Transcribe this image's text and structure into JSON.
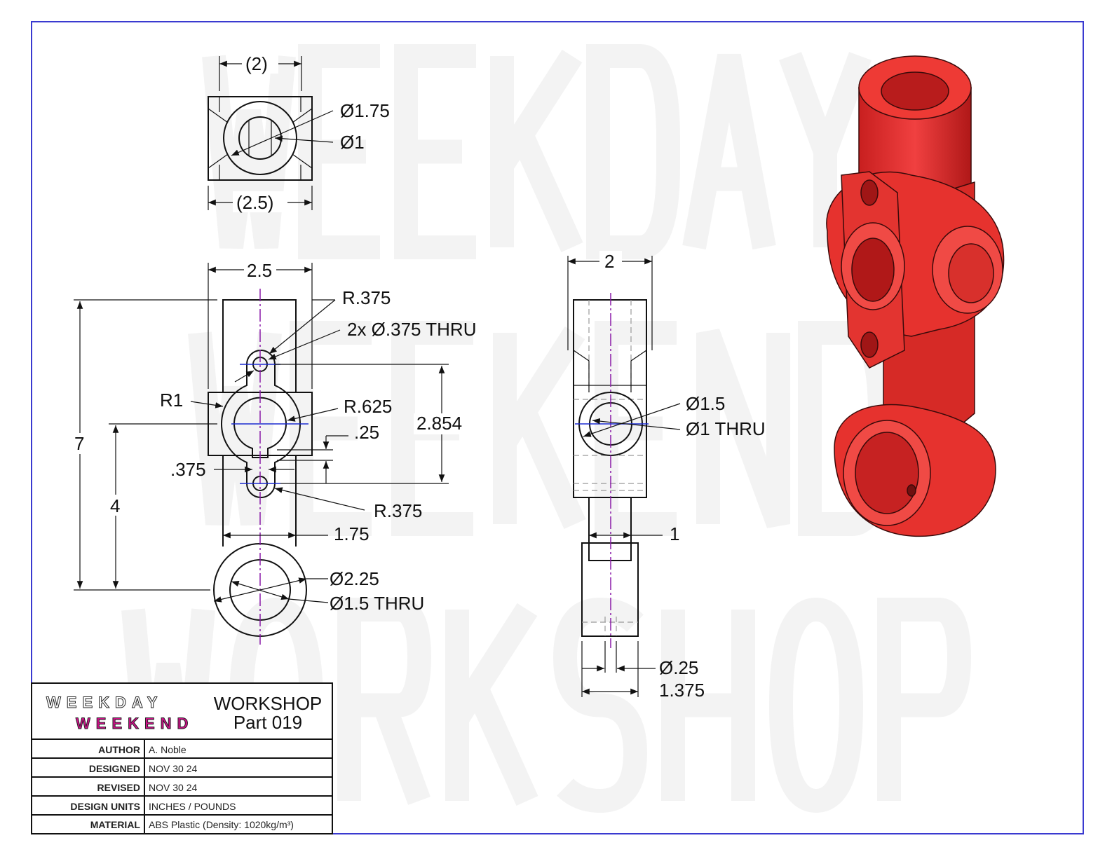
{
  "watermark": {
    "line1": "WEEKDAY",
    "line2": "WEEKEND",
    "line3": "WORKSHOP"
  },
  "colors": {
    "border": "#3a3ad0",
    "part": "#e8302d",
    "centerline": "#8a1aa8",
    "axis": "#1a2ad0"
  },
  "top_view": {
    "width_ref": "(2)",
    "depth_ref": "(2.5)",
    "outer_dia": "Ø1.75",
    "inner_dia": "Ø1"
  },
  "front_view": {
    "width": "2.5",
    "height": "7",
    "lower_height": "4",
    "r_top": "R.375",
    "holes": "2x Ø.375 THRU",
    "r1": "R1",
    "r_mid": "R.625",
    "slot": ".25",
    "spacing": "2.854",
    "slot_w": ".375",
    "r_bottom": "R.375",
    "body_w": "1.75",
    "ring_outer": "Ø2.25",
    "ring_inner": "Ø1.5 THRU"
  },
  "side_view": {
    "width": "2",
    "outer_dia": "Ø1.5",
    "inner_dia": "Ø1 THRU",
    "stem": "1",
    "pin": "Ø.25",
    "block": "1.375"
  },
  "title_block": {
    "logo_line1": "WEEKDAY",
    "logo_line2": "WEEKEND",
    "title": "WORKSHOP",
    "part": "Part 019",
    "rows": [
      {
        "label": "AUTHOR",
        "value": "A. Noble"
      },
      {
        "label": "DESIGNED",
        "value": "NOV 30 24"
      },
      {
        "label": "REVISED",
        "value": "NOV 30 24"
      },
      {
        "label": "DESIGN UNITS",
        "value": "INCHES / POUNDS"
      },
      {
        "label": "MATERIAL",
        "value": "ABS Plastic (Density: 1020kg/m³)"
      }
    ]
  }
}
